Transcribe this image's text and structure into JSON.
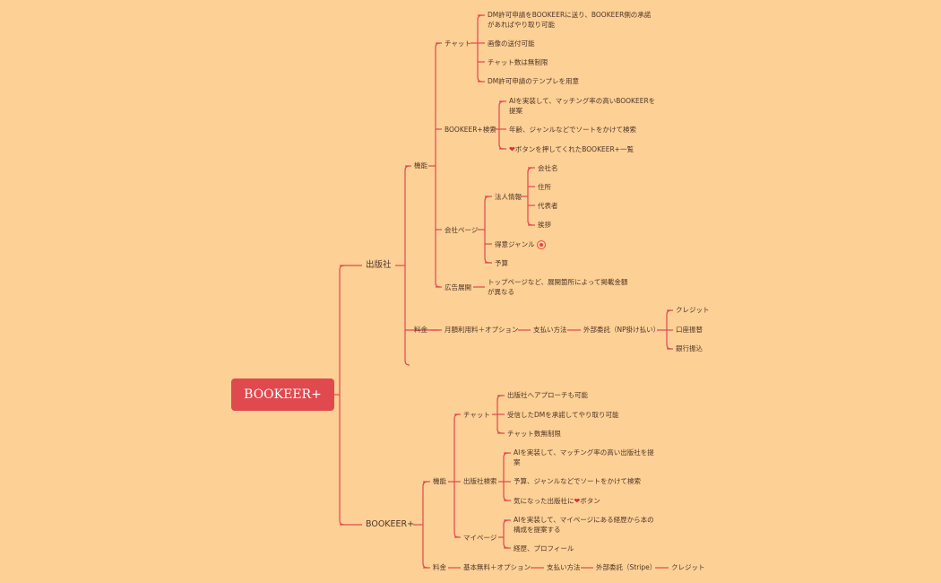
{
  "root": "BOOKEER+",
  "publisher": {
    "label": "出版社",
    "features": {
      "label": "機能",
      "chat": {
        "label": "チャット",
        "items": [
          "DM許可申請をBOOKEERに送り、BOOKEER側の承諾があればやり取り可能",
          "画像の送付可能",
          "チャット数は無制限",
          "DM許可申請のテンプレを用意"
        ]
      },
      "search": {
        "label": "BOOKEER+検索",
        "items": [
          "AIを実装して、マッチング率の高いBOOKEERを提案",
          "年齢、ジャンルなどでソートをかけて検索",
          "ボタンを押してくれたBOOKEER+一覧"
        ]
      },
      "company_page": {
        "label": "会社ページ",
        "corp_info": {
          "label": "法人情報",
          "items": [
            "会社名",
            "住所",
            "代表者",
            "挨拶"
          ]
        },
        "genre": "得意ジャンル",
        "budget": "予算"
      },
      "ads": {
        "label": "広告展開",
        "detail": "トップページなど、展開箇所によって掲載金額が異なる"
      }
    },
    "pricing": {
      "label": "料金",
      "plan": "月額利用料＋オプション",
      "payment": "支払い方法",
      "outsource": "外部委託（NP掛け払い）",
      "methods": [
        "クレジット",
        "口座振替",
        "銀行振込"
      ]
    }
  },
  "bookeer": {
    "label": "BOOKEER+",
    "features": {
      "label": "機能",
      "chat": {
        "label": "チャット",
        "items": [
          "出版社へアプローチも可能",
          "受信したDMを承諾してやり取り可能",
          "チャット数無制限"
        ]
      },
      "search": {
        "label": "出版社検索",
        "items": [
          "AIを実装して、マッチング率の高い出版社を提案",
          "予算、ジャンルなどでソートをかけて検索",
          "気になった出版社に",
          "ボタン"
        ]
      },
      "mypage": {
        "label": "マイページ",
        "items": [
          "AIを実装して、マイページにある経歴から本の構成を提案する",
          "経歴、プロフィール"
        ]
      }
    },
    "pricing": {
      "label": "料金",
      "plan": "基本無料＋オプション",
      "payment": "支払い方法",
      "outsource": "外部委託（Stripe）",
      "method": "クレジット"
    }
  }
}
